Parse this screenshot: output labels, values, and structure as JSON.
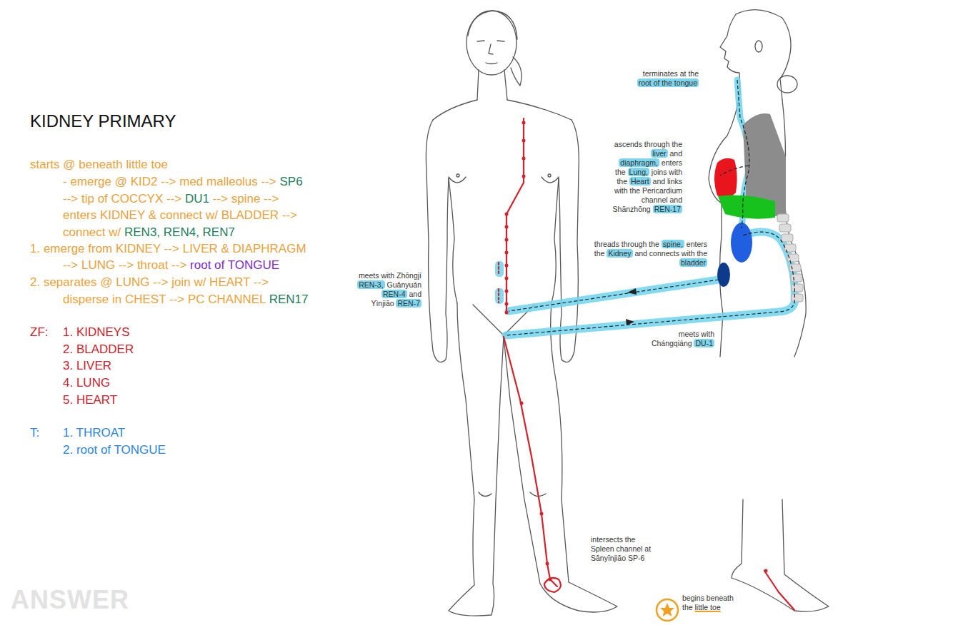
{
  "diagram": {
    "title": "KIDNEY PRIMARY",
    "labels": [
      "starts @ beneath little toe",
      "- emerge @ KID2 --> med malleolus -->",
      "SP6",
      "--> tip of COCCYX -->",
      "DU1",
      "--> spine -->",
      "enters KIDNEY & connect w/ BLADDER -->",
      "connect w/",
      "REN3, REN4, REN7",
      "1. emerge from KIDNEY --> LIVER & DIAPHRAGM",
      "--> LUNG --> throat -->",
      "root of TONGUE",
      "2. separates @ LUNG --> join w/ HEART -->",
      "disperse in CHEST --> PC CHANNEL",
      "REN17",
      "ZF:",
      "1. KIDNEYS",
      "2. BLADDER",
      "3. LIVER",
      "4. LUNG",
      "5. HEART",
      "T:",
      "1. THROAT",
      "2. root of TONGUE",
      "terminates at the",
      "root of the tongue",
      "ascends through the",
      "liver",
      "and",
      "diaphragm,",
      "enters the",
      "Lung,",
      "joins with the",
      "Heart",
      "and links with the Pericardium channel and Shānzhōng",
      "REN-17",
      "threads through the",
      "spine,",
      "enters the",
      "Kidney",
      "and connects with the",
      "bladder",
      "meets with Zhōngjí",
      "REN-3,",
      "Guānyuán",
      "REN-4",
      "and Yìnjiāo",
      "REN-7",
      "meets with Chángqiáng",
      "DU-1",
      "intersects the Spleen channel at Sānyīnjiāo SP-6",
      "begins beneath the",
      "little toe",
      "ANSWER"
    ]
  }
}
